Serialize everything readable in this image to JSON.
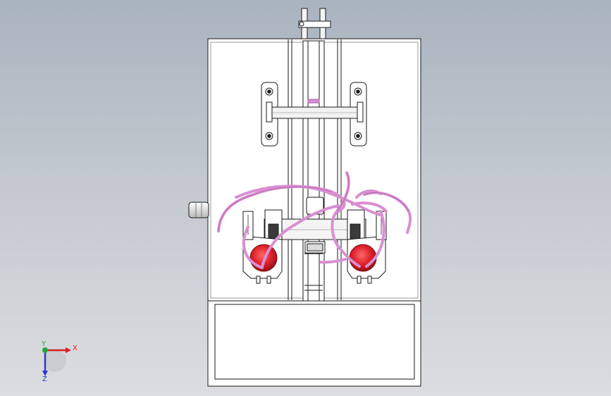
{
  "viewport": {
    "background_top": "#a9b3bf",
    "background_bottom": "#dcdde0"
  },
  "model": {
    "frame_color": "#ffffff",
    "line_color": "#1a1a1a",
    "tubing_color": "#d98fd2",
    "cylinder_color": "#e0232d"
  },
  "triad": {
    "x_label": "X",
    "y_label": "Y",
    "z_label": "Z",
    "x_color": "#d42020",
    "y_color": "#22a83a",
    "z_color": "#2a3bc8"
  }
}
